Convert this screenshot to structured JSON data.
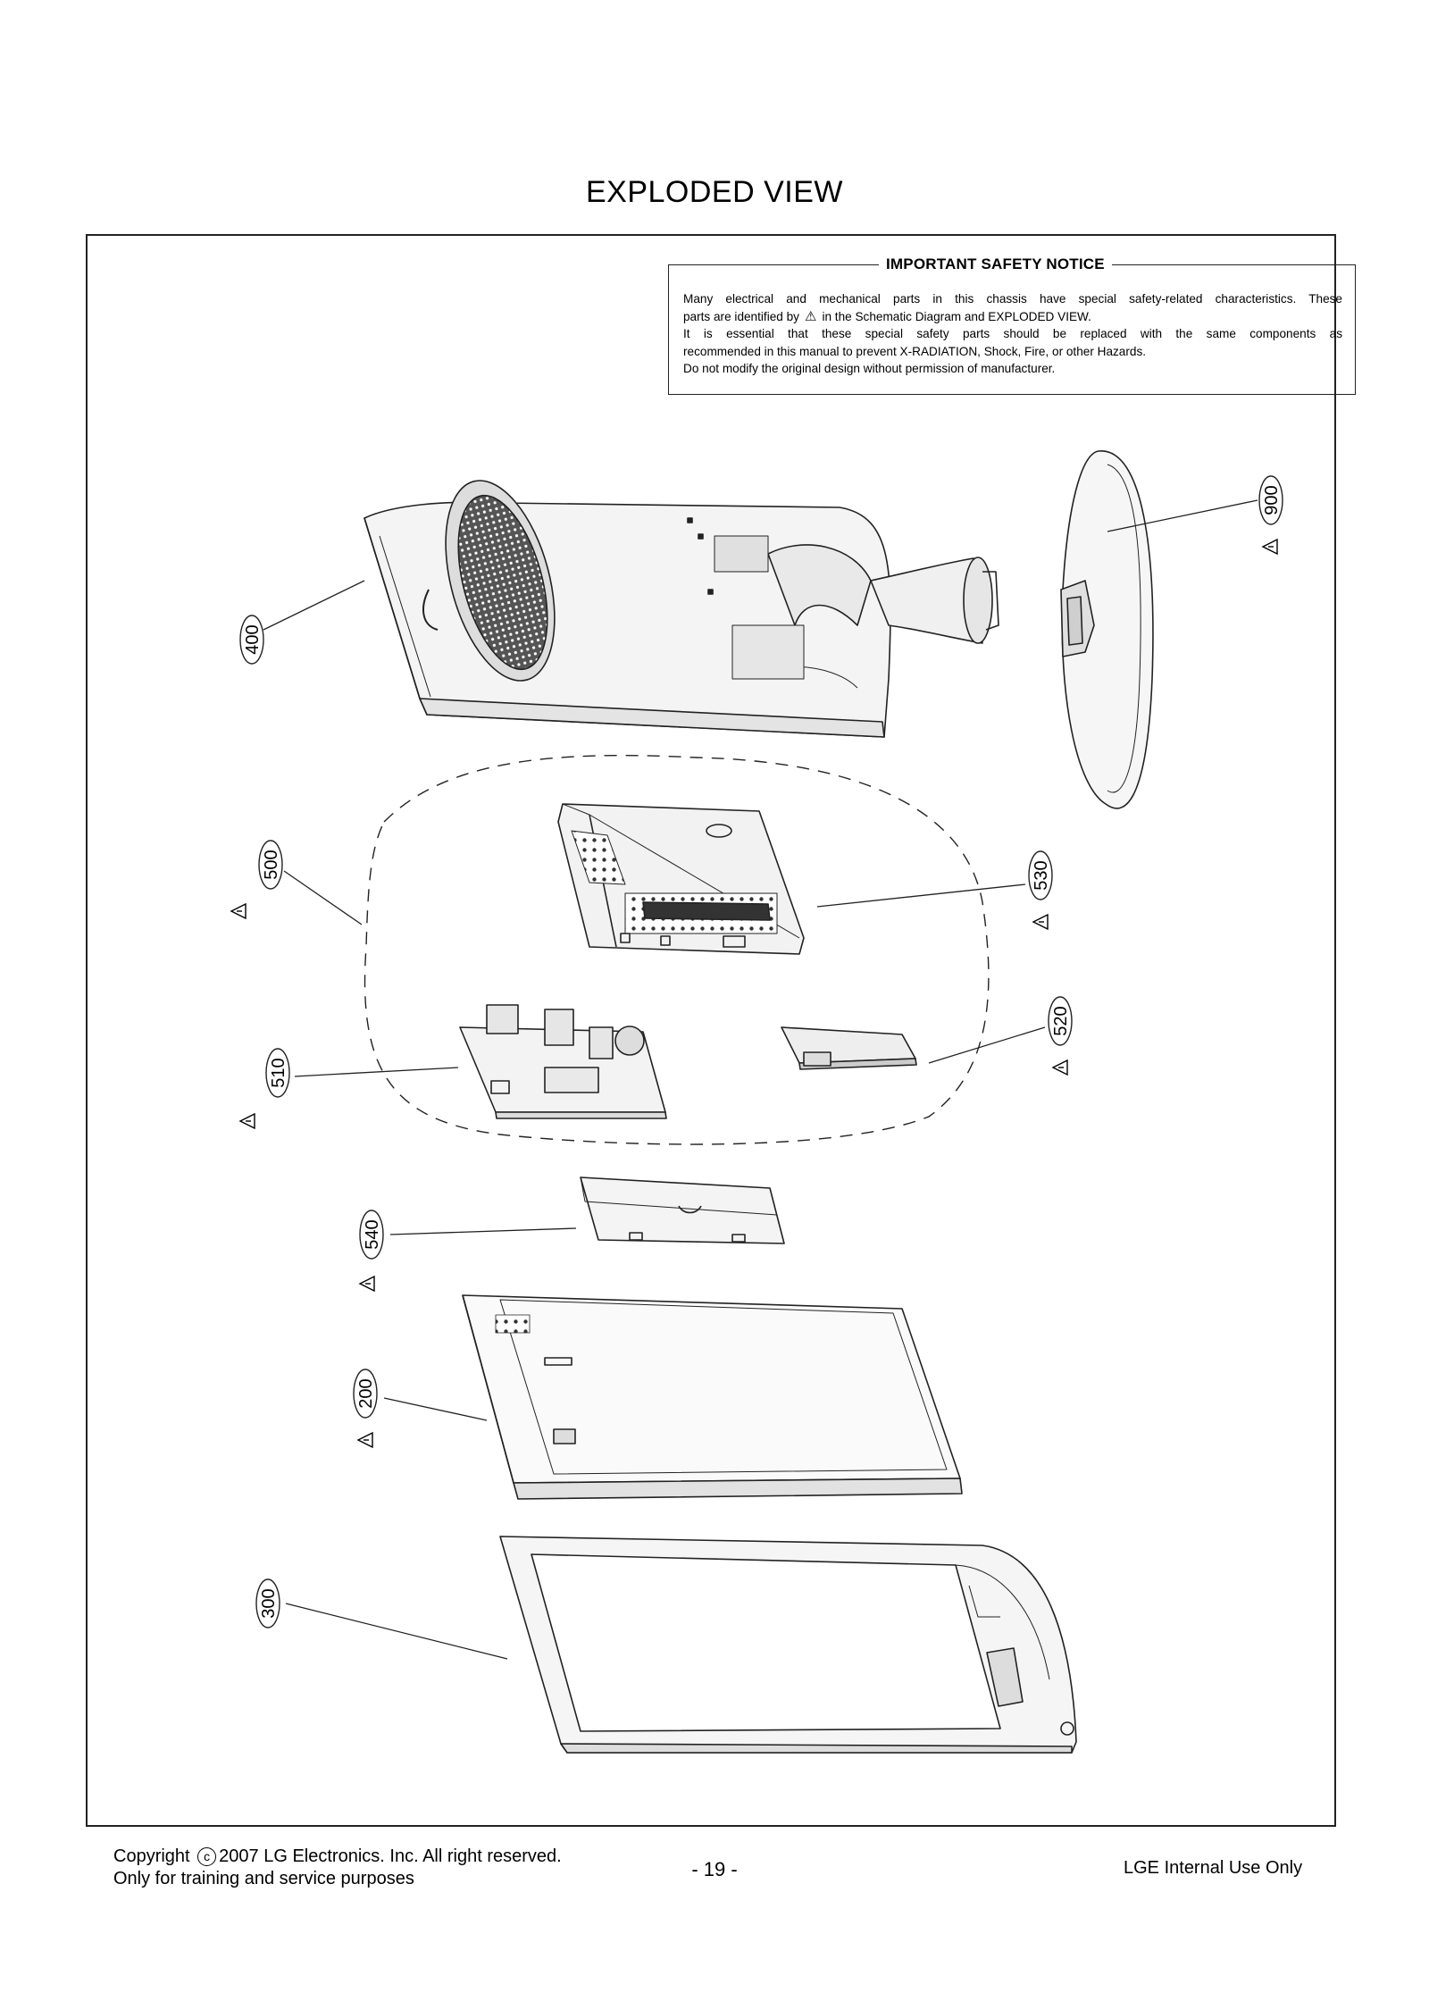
{
  "page_title": "EXPLODED VIEW",
  "notice": {
    "title": "IMPORTANT SAFETY NOTICE",
    "line1": "Many electrical and mechanical parts in this chassis have special safety-related characteristics. These",
    "line2_pre": "parts are identified by",
    "line2_post": "in the Schematic Diagram and EXPLODED VIEW.",
    "line3": "It is essential that these special safety parts should be replaced with the same components as",
    "line4": "recommended in this manual to prevent X-RADIATION, Shock, Fire, or other Hazards.",
    "line5": "Do not modify the original design without permission of manufacturer."
  },
  "callouts": {
    "c400": "400",
    "c900": "900",
    "c500": "500",
    "c530": "530",
    "c510": "510",
    "c520": "520",
    "c540": "540",
    "c200": "200",
    "c300": "300"
  },
  "footer": {
    "copyright_pre": "Copyright",
    "copyright_symbol": "c",
    "copyright_post": "2007 LG Electronics. Inc. All right reserved.",
    "line2": "Only for training and service purposes",
    "page_number": "- 19 -",
    "right": "LGE Internal Use Only"
  }
}
